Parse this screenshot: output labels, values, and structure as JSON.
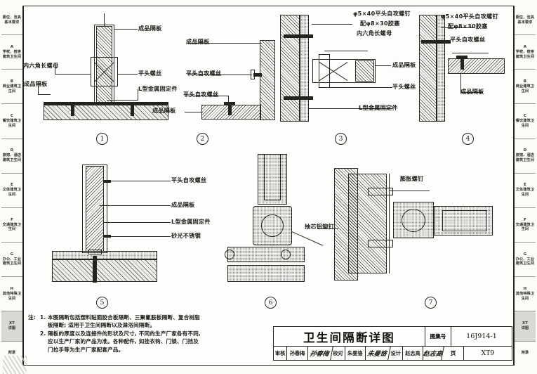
{
  "sidebar": {
    "items": [
      {
        "key": "",
        "label": "厕位、洁具基本要求",
        "active": false
      },
      {
        "key": "A",
        "label": "学校、宿舍建筑卫生间",
        "active": false
      },
      {
        "key": "B",
        "label": "商业建筑卫生间",
        "active": false
      },
      {
        "key": "C",
        "label": "餐饮建筑卫生间",
        "active": false
      },
      {
        "key": "D",
        "label": "旅馆、酒店建筑卫生间",
        "active": false
      },
      {
        "key": "E",
        "label": "文体建筑卫生间",
        "active": false
      },
      {
        "key": "F",
        "label": "交通建筑卫生间",
        "active": false
      },
      {
        "key": "G",
        "label": "办公、工业建筑卫生间",
        "active": false
      },
      {
        "key": "H",
        "label": "其他特殊卫生间",
        "active": false
      },
      {
        "key": "XT",
        "label": "详图",
        "active": true
      },
      {
        "key": "",
        "label": "附录",
        "active": false
      }
    ]
  },
  "details": [
    {
      "number": "1",
      "labels": [
        "成品隔板",
        "平头螺丝",
        "L型金属固定件",
        "内六角长螺母",
        "成品隔板"
      ]
    },
    {
      "number": "2",
      "labels": [
        "成品隔板",
        "平头自攻螺丝",
        "平头自攻螺丝",
        "成品隔板"
      ]
    },
    {
      "number": "3",
      "labels": [
        "φ5×40平头自攻螺钉",
        "配φ8×30胶塞",
        "内六角长螺母",
        "成品隔板",
        "平头螺丝",
        "L型金属固定件"
      ]
    },
    {
      "number": "4",
      "labels": [
        "φ5×40平头自攻螺钉",
        "配φ8×30胶塞",
        "平头自攻螺丝",
        "成品隔板"
      ]
    },
    {
      "number": "5",
      "labels": [
        "平头自攻螺丝",
        "成品隔板",
        "L型金属固定件",
        "砂光不锈钢"
      ]
    },
    {
      "number": "6",
      "labels": [
        "抽芯铝铆钉"
      ]
    },
    {
      "number": "7",
      "labels": [
        "膨胀螺钉"
      ]
    }
  ],
  "notes": {
    "tag": "注:",
    "items": [
      {
        "num": "1.",
        "lines": [
          "本图隔断包括塑料贴面胶合板隔断、三聚氰胺板隔断、复合树脂",
          "板隔断; 适用于卫生间隔断以及淋浴间隔断。"
        ]
      },
      {
        "num": "2.",
        "lines": [
          "隔板的厚度以及连接件的形状及尺寸, 不同的生产厂家各有不同,",
          "应以生产厂家的产品为准。各种配件, 如挂衣钩、门锁、门挡及",
          "门拉手等为生产厂家配套产品。"
        ]
      }
    ]
  },
  "title_block": {
    "drawing_title": "卫生间隔断详图",
    "atlas_no_label": "图集号",
    "atlas_no_value": "16J914-1",
    "page_label": "页",
    "page_value": "XT9",
    "review_label": "审核",
    "review_name": "孙春梅",
    "review_sign": "孙春梅",
    "check_label": "校对",
    "check_name": "朱曼铬",
    "check_sign": "朱曼铬",
    "design_label": "设计",
    "design_name": "赵志高",
    "design_sign": "赵志高"
  }
}
